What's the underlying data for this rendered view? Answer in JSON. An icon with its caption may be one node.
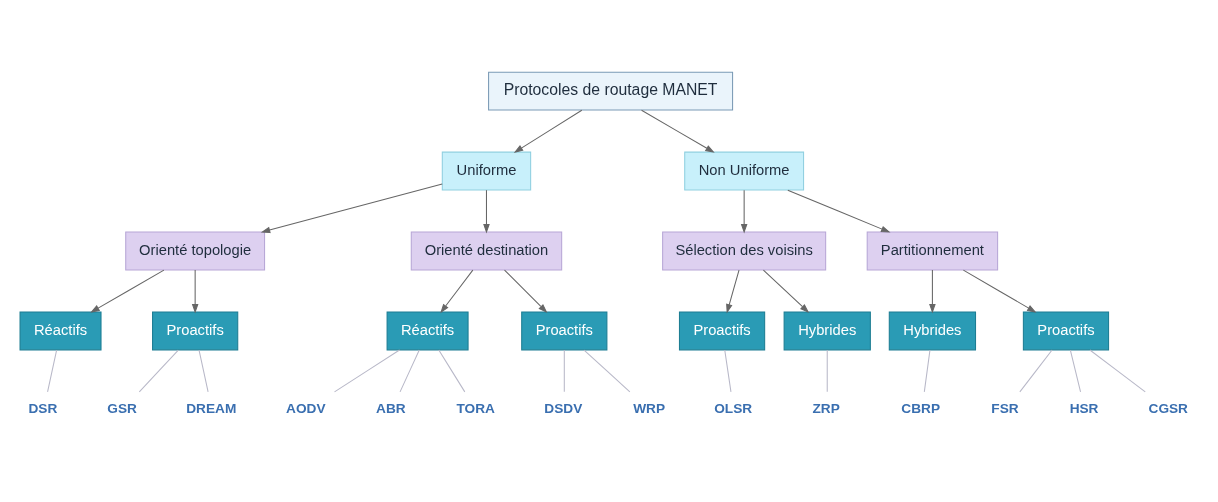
{
  "diagram": {
    "nodes": [
      {
        "text": [
          "Protocoles de routage MANET"
        ]
      },
      {
        "text": [
          "Uniforme"
        ]
      },
      {
        "text": [
          "Non Uniforme"
        ]
      },
      {
        "text": [
          "Orienté topologie"
        ]
      },
      {
        "text": [
          "Orienté destination"
        ]
      },
      {
        "text": [
          "Sélection des voisins"
        ]
      },
      {
        "text": [
          "Partitionnement"
        ]
      },
      {
        "text": [
          "Réactifs"
        ]
      },
      {
        "text": [
          "Proactifs"
        ]
      },
      {
        "text": [
          "Réactifs"
        ]
      },
      {
        "text": [
          "Proactifs"
        ]
      },
      {
        "text": [
          "Proactifs"
        ]
      },
      {
        "text": [
          "Hybrides"
        ]
      },
      {
        "text": [
          "Hybrides"
        ]
      },
      {
        "text": [
          "Proactifs"
        ]
      },
      {
        "text": [
          "DSR"
        ]
      },
      {
        "text": [
          "GSR"
        ]
      },
      {
        "text": [
          "DREAM"
        ]
      },
      {
        "text": [
          "AODV"
        ]
      },
      {
        "text": [
          "ABR"
        ]
      },
      {
        "text": [
          "TORA"
        ]
      },
      {
        "text": [
          "DSDV"
        ]
      },
      {
        "text": [
          "WRP"
        ]
      },
      {
        "text": [
          "OLSR"
        ]
      },
      {
        "text": [
          "ZRP"
        ]
      },
      {
        "text": [
          "CBRP"
        ]
      },
      {
        "text": [
          "FSR"
        ]
      },
      {
        "text": [
          "HSR"
        ]
      },
      {
        "text": [
          "CGSR"
        ]
      }
    ],
    "edges": [
      {
        "from": 0,
        "to": 1,
        "arrow": "to"
      },
      {
        "from": 0,
        "to": 2,
        "arrow": "to"
      },
      {
        "from": 1,
        "to": 3,
        "arrow": "to"
      },
      {
        "from": 1,
        "to": 4,
        "arrow": "to"
      },
      {
        "from": 2,
        "to": 5,
        "arrow": "to"
      },
      {
        "from": 2,
        "to": 6,
        "arrow": "to"
      },
      {
        "from": 3,
        "to": 7,
        "arrow": "to"
      },
      {
        "from": 3,
        "to": 8,
        "arrow": "to"
      },
      {
        "from": 4,
        "to": 9,
        "arrow": "to"
      },
      {
        "from": 4,
        "to": 10,
        "arrow": "to"
      },
      {
        "from": 5,
        "to": 11,
        "arrow": "to"
      },
      {
        "from": 5,
        "to": 12,
        "arrow": "to"
      },
      {
        "from": 6,
        "to": 13,
        "arrow": "to"
      },
      {
        "from": 6,
        "to": 14,
        "arrow": "to"
      },
      {
        "from": 7,
        "to": 15,
        "arrow": "none",
        "color": "#b8b8c8"
      },
      {
        "from": 8,
        "to": 16,
        "arrow": "none",
        "color": "#b8b8c8"
      },
      {
        "from": 8,
        "to": 17,
        "arrow": "none",
        "color": "#b8b8c8"
      },
      {
        "from": 9,
        "to": 18,
        "arrow": "none",
        "color": "#b8b8c8"
      },
      {
        "from": 9,
        "to": 19,
        "arrow": "none",
        "color": "#b8b8c8"
      },
      {
        "from": 9,
        "to": 20,
        "arrow": "none",
        "color": "#b8b8c8"
      },
      {
        "from": 10,
        "to": 21,
        "arrow": "none",
        "color": "#b8b8c8"
      },
      {
        "from": 10,
        "to": 22,
        "arrow": "none",
        "color": "#b8b8c8"
      },
      {
        "from": 11,
        "to": 23,
        "arrow": "none",
        "color": "#b8b8c8"
      },
      {
        "from": 12,
        "to": 24,
        "arrow": "none",
        "color": "#b8b8c8"
      },
      {
        "from": 13,
        "to": 25,
        "arrow": "none",
        "color": "#b8b8c8"
      },
      {
        "from": 14,
        "to": 26,
        "arrow": "none",
        "color": "#b8b8c8"
      },
      {
        "from": 14,
        "to": 27,
        "arrow": "none",
        "color": "#b8b8c8"
      },
      {
        "from": 14,
        "to": 28,
        "arrow": "none",
        "color": "#b8b8c8"
      }
    ]
  }
}
